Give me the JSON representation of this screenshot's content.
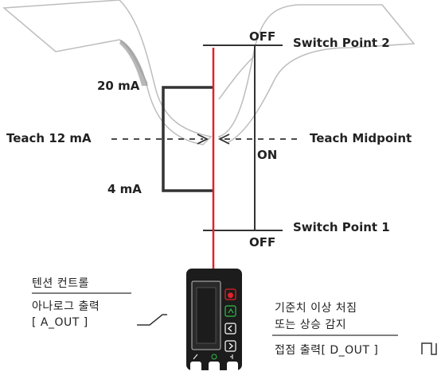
{
  "diagram": {
    "switch_point_2": "Switch Point 2",
    "switch_point_1": "Switch Point 1",
    "off_top": "OFF",
    "off_bottom": "OFF",
    "on": "ON",
    "ma_20": "20 mA",
    "ma_4": "4 mA",
    "teach_12": "Teach 12 mA",
    "teach_mid": "Teach Midpoint"
  },
  "labels": {
    "tension_control": "텐션 컨트롤",
    "analog_output": "아나로그 출력",
    "a_out": "[ A_OUT ]",
    "detect_line1": "기준치 이상 처짐",
    "detect_line2": "또는 상승 감지",
    "contact_output": "접점 출력[ D_OUT ]"
  },
  "colors": {
    "red_line": "#e0232a",
    "device_body": "#1c1c1c",
    "button_red": "#e0232a",
    "button_green": "#2fbf4a"
  }
}
